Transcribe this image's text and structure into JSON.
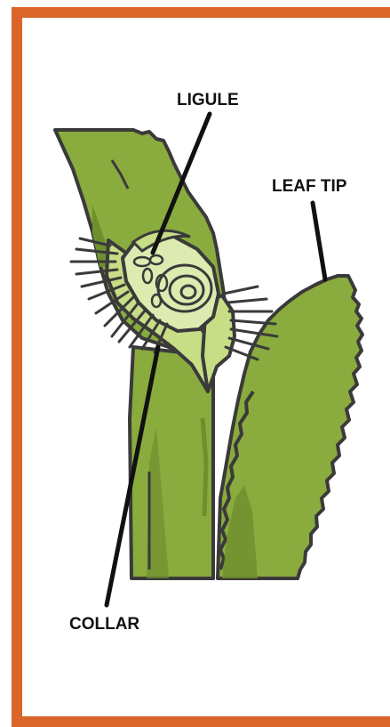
{
  "labels": {
    "ligule": "LIGULE",
    "leaf_tip": "LEAF TIP",
    "collar": "COLLAR"
  },
  "colors": {
    "frame_border": "#d9652b",
    "stem_green": "#8aab3e",
    "stem_dark": "#6f8f2e",
    "collar_light": "#c7dd86",
    "ligule_pale": "#dcebb0",
    "outline": "#3a3a3a",
    "hair": "#3a3a3a",
    "label_text": "#111111"
  }
}
